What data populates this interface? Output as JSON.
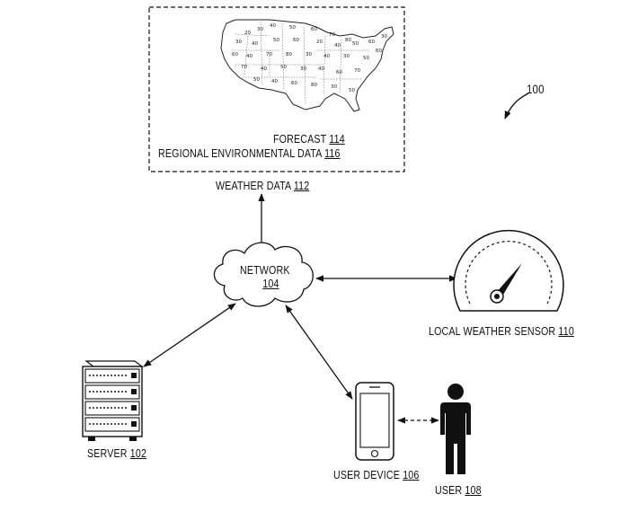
{
  "figure_ref": "100",
  "weather_data": {
    "label": "WEATHER DATA",
    "ref": "112",
    "forecast": {
      "label": "FORECAST",
      "ref": "114"
    },
    "regional": {
      "label": "REGIONAL ENVIRONMENTAL DATA",
      "ref": "116"
    },
    "map_temps": [
      "20",
      "30",
      "40",
      "50",
      "60",
      "70",
      "80",
      "30",
      "40",
      "50",
      "60",
      "20",
      "40",
      "50",
      "60",
      "30",
      "60",
      "40",
      "70",
      "80",
      "30",
      "40",
      "30",
      "50",
      "60",
      "70",
      "40",
      "50",
      "30",
      "40",
      "60",
      "70",
      "50",
      "40",
      "60",
      "80",
      "30",
      "50"
    ]
  },
  "network": {
    "label": "NETWORK",
    "ref": "104"
  },
  "sensor": {
    "label": "LOCAL WEATHER SENSOR",
    "ref": "110"
  },
  "server": {
    "label": "SERVER",
    "ref": "102"
  },
  "user_device": {
    "label": "USER DEVICE",
    "ref": "106"
  },
  "user": {
    "label": "USER",
    "ref": "108"
  }
}
